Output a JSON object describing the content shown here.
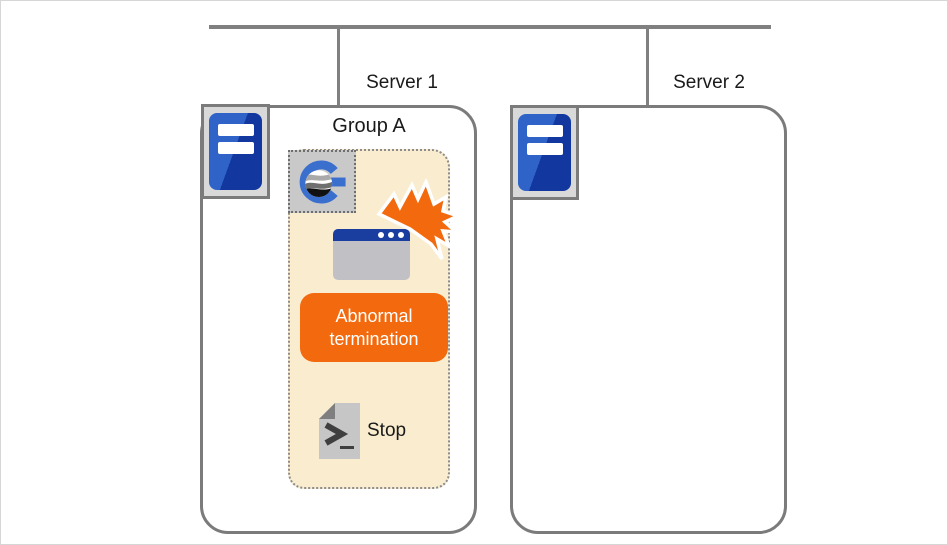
{
  "diagram": {
    "type": "cluster-failover-diagram"
  },
  "servers": [
    {
      "label": "Server 1"
    },
    {
      "label": "Server 2"
    }
  ],
  "group": {
    "label": "Group A"
  },
  "status_badge": {
    "label": "Abnormal termination"
  },
  "stop_action": {
    "label": "Stop"
  },
  "icons": {
    "server": "server-tower-icon",
    "cluster_app": "cluster-logo-icon",
    "application": "application-window-icon",
    "crash": "crash-burst-icon",
    "stop_script": "script-file-icon"
  },
  "colors": {
    "network_line": "#808080",
    "box_border": "#7b7b7b",
    "panel_bg": "#faedcf",
    "panel_border": "#8b8b8b",
    "accent_orange": "#f2690e",
    "server_blue_light": "#2f63c8",
    "server_blue_dark": "#12379e",
    "logo_blue": "#3a6fce",
    "window_titlebar_blue": "#1a3ea0",
    "icon_gray": "#c6c6c6",
    "badge_text": "#ffffff"
  }
}
